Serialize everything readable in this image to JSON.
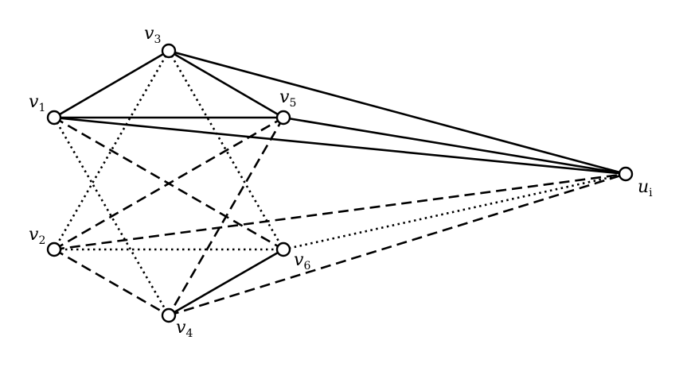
{
  "nodes": {
    "v1": {
      "letter": "v",
      "sub": "1"
    },
    "v2": {
      "letter": "v",
      "sub": "2"
    },
    "v3": {
      "letter": "v",
      "sub": "3"
    },
    "v4": {
      "letter": "v",
      "sub": "4"
    },
    "v5": {
      "letter": "v",
      "sub": "5"
    },
    "v6": {
      "letter": "v",
      "sub": "6"
    },
    "ui": {
      "letter": "u",
      "sub": "i"
    }
  },
  "edges": [
    {
      "from": "v1",
      "to": "v3",
      "style": "solid"
    },
    {
      "from": "v1",
      "to": "v5",
      "style": "solid"
    },
    {
      "from": "v3",
      "to": "v5",
      "style": "solid"
    },
    {
      "from": "v3",
      "to": "ui",
      "style": "solid"
    },
    {
      "from": "v1",
      "to": "ui",
      "style": "solid"
    },
    {
      "from": "v5",
      "to": "ui",
      "style": "solid"
    },
    {
      "from": "v6",
      "to": "v4",
      "style": "solid"
    },
    {
      "from": "v1",
      "to": "v6",
      "style": "dashed"
    },
    {
      "from": "v2",
      "to": "v5",
      "style": "dashed"
    },
    {
      "from": "v5",
      "to": "v4",
      "style": "dashed"
    },
    {
      "from": "v2",
      "to": "v4",
      "style": "dashed"
    },
    {
      "from": "v2",
      "to": "ui",
      "style": "dashed"
    },
    {
      "from": "v4",
      "to": "ui",
      "style": "dashed"
    },
    {
      "from": "v3",
      "to": "v2",
      "style": "dotted"
    },
    {
      "from": "v3",
      "to": "v6",
      "style": "dotted"
    },
    {
      "from": "v1",
      "to": "v4",
      "style": "dotted"
    },
    {
      "from": "v2",
      "to": "v6",
      "style": "dotted"
    },
    {
      "from": "v6",
      "to": "ui",
      "style": "dotted"
    }
  ]
}
